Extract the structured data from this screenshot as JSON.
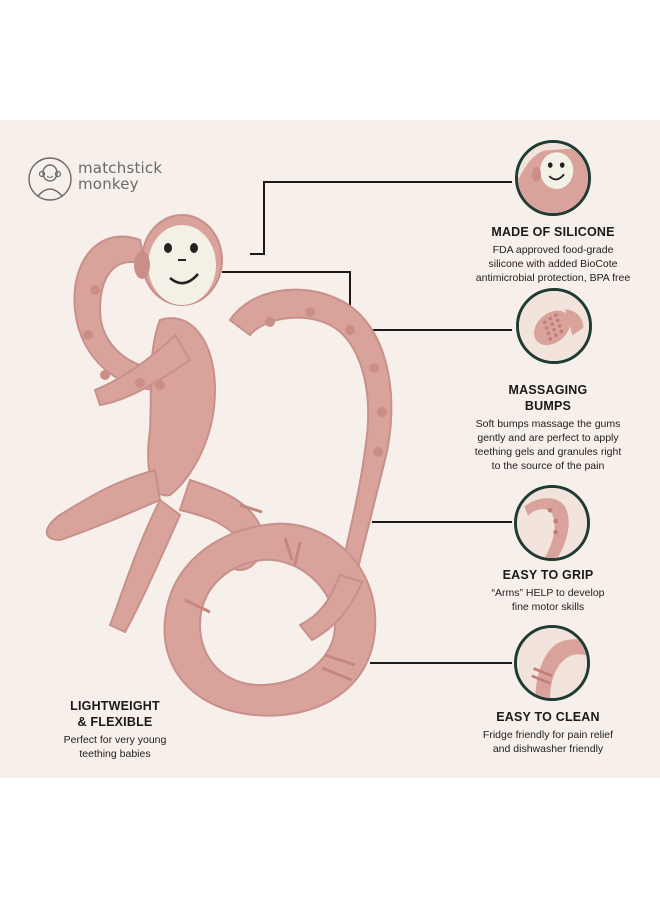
{
  "brand": {
    "line1": "matchstick",
    "line2": "monkey"
  },
  "colors": {
    "background": "#f7efea",
    "product_pink": "#d9a39b",
    "accent_dark_green": "#1f3b33",
    "text": "#1a1a1a"
  },
  "features": [
    {
      "title": "MADE OF SILICONE",
      "desc": [
        "FDA approved food-grade",
        "silicone with added BioCote",
        "antimicrobial protection, BPA free"
      ],
      "icon": "monkey-face-icon"
    },
    {
      "title": [
        "MASSAGING",
        "BUMPS"
      ],
      "desc": [
        "Soft bumps massage the gums",
        "gently and are perfect to apply",
        "teething gels and granules right",
        "to the source of the pain"
      ],
      "icon": "bumps-closeup-icon"
    },
    {
      "title": "EASY TO GRIP",
      "desc": [
        "“Arms” HELP to develop",
        "fine motor skills"
      ],
      "icon": "arm-grip-icon"
    },
    {
      "title": "EASY TO CLEAN",
      "desc": [
        "Fridge friendly for pain relief",
        "and dishwasher friendly"
      ],
      "icon": "ring-clean-icon"
    },
    {
      "title": [
        "LIGHTWEIGHT",
        "& FLEXIBLE"
      ],
      "desc": [
        "Perfect for very young",
        "teething babies"
      ]
    }
  ]
}
